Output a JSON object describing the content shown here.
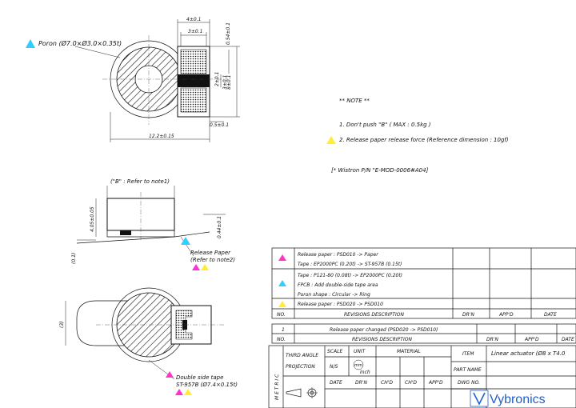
{
  "top_view": {
    "poron_label": "Poron (Ø7.0×Ø3.0×0.35t)",
    "dims": {
      "w4": "4±0.1",
      "w3": "3±0.1",
      "d054": "0.54±0.1",
      "d2": "2±0.1",
      "d3": "3±0.1",
      "d8": "8±0.1",
      "d05": "0.5±0.1",
      "len": "12.2±0.15"
    }
  },
  "notes": {
    "heading": "** NOTE **",
    "note1": "1. Don't push \"B\" ( MAX : 0.5kg )",
    "note2": "2. Release paper release force (Reference dimension : 10gf)",
    "wistron": "[* Wistron P/N \"E-MOD-0006#A04]"
  },
  "side_view": {
    "b_label": "(\"B\" : Refer to note1)",
    "d_h": "4.05±0.05",
    "d_044": "0.44±0.1",
    "d_01": "(0.1)",
    "release_paper": "Release Paper",
    "release_paper_ref": "(Refer to note2)"
  },
  "bottom_view": {
    "d_3": "(3)",
    "tape_label": "Double side tape",
    "tape_spec": "ST-957B (Ø7.4×0.15t)"
  },
  "revisions": {
    "rows": [
      "Release paper : PSD010 -> Paper",
      "Tape : EP2000PC (0.20t) -> ST-957B (0.15t)",
      "Tape : P121-80 (0.08t) -> EP2000PC (0.20t)",
      "FPCB : Add double-side tape area",
      "Poron shape : Circular -> Ring",
      "Release paper : PSD020 -> PSD010"
    ],
    "header_no": "NO.",
    "header_desc": "REVISIONS  DESCRIPTION",
    "header_drn": "DR'N",
    "header_appd": "APP'D",
    "header_date": "DATE"
  },
  "revisions2": {
    "row_no": "1",
    "row_desc": "Release paper changed (PSD020 -> PSD010)",
    "header_no": "NO.",
    "header_desc": "REVISIONS  DESCRIPTION",
    "header_drn": "DR'N",
    "header_appd": "APP'D",
    "header_date": "DATE"
  },
  "title_block": {
    "metric": "M E T R I C",
    "third_angle": "THIRD ANGLE",
    "projection": "PROJECTION",
    "scale": "SCALE",
    "scale_val": "N/S",
    "unit": "UNIT",
    "unit_mm": "mm",
    "unit_inch": "Inch",
    "material": "MATERIAL",
    "item": "ITEM",
    "item_val": "Linear actuator (Ø8 x T4.0",
    "part_name": "PART NAME",
    "dwg_no": "DWG NO.",
    "date": "DATE",
    "drn": "DR'N",
    "chd1": "CH'D",
    "chd2": "CH'D",
    "appd": "APP'D",
    "brand": "Vybronics"
  },
  "colors": {
    "magenta_marker": "#ff33cc",
    "cyan_marker": "#33ccff",
    "yellow_marker": "#ffee33",
    "brand_blue": "#1f5fd0"
  }
}
